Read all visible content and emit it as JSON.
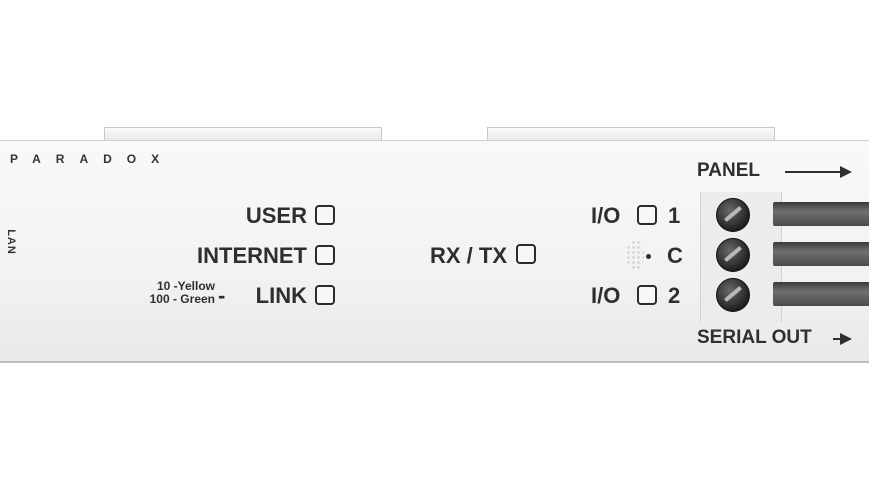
{
  "brand": "PARADOX",
  "side_label": "LAN",
  "leds_left": [
    {
      "label": "USER"
    },
    {
      "label": "INTERNET"
    },
    {
      "label": "LINK",
      "note_line1": "10 -Yellow",
      "note_line2": "100 - Green",
      "separator": "-"
    }
  ],
  "led_center": {
    "label": "RX / TX"
  },
  "io": [
    {
      "prefix": "I/O",
      "number": "1"
    },
    {
      "common": "C"
    },
    {
      "prefix": "I/O",
      "number": "2"
    }
  ],
  "panel_label": "PANEL",
  "serial_out_label": "SERIAL OUT"
}
